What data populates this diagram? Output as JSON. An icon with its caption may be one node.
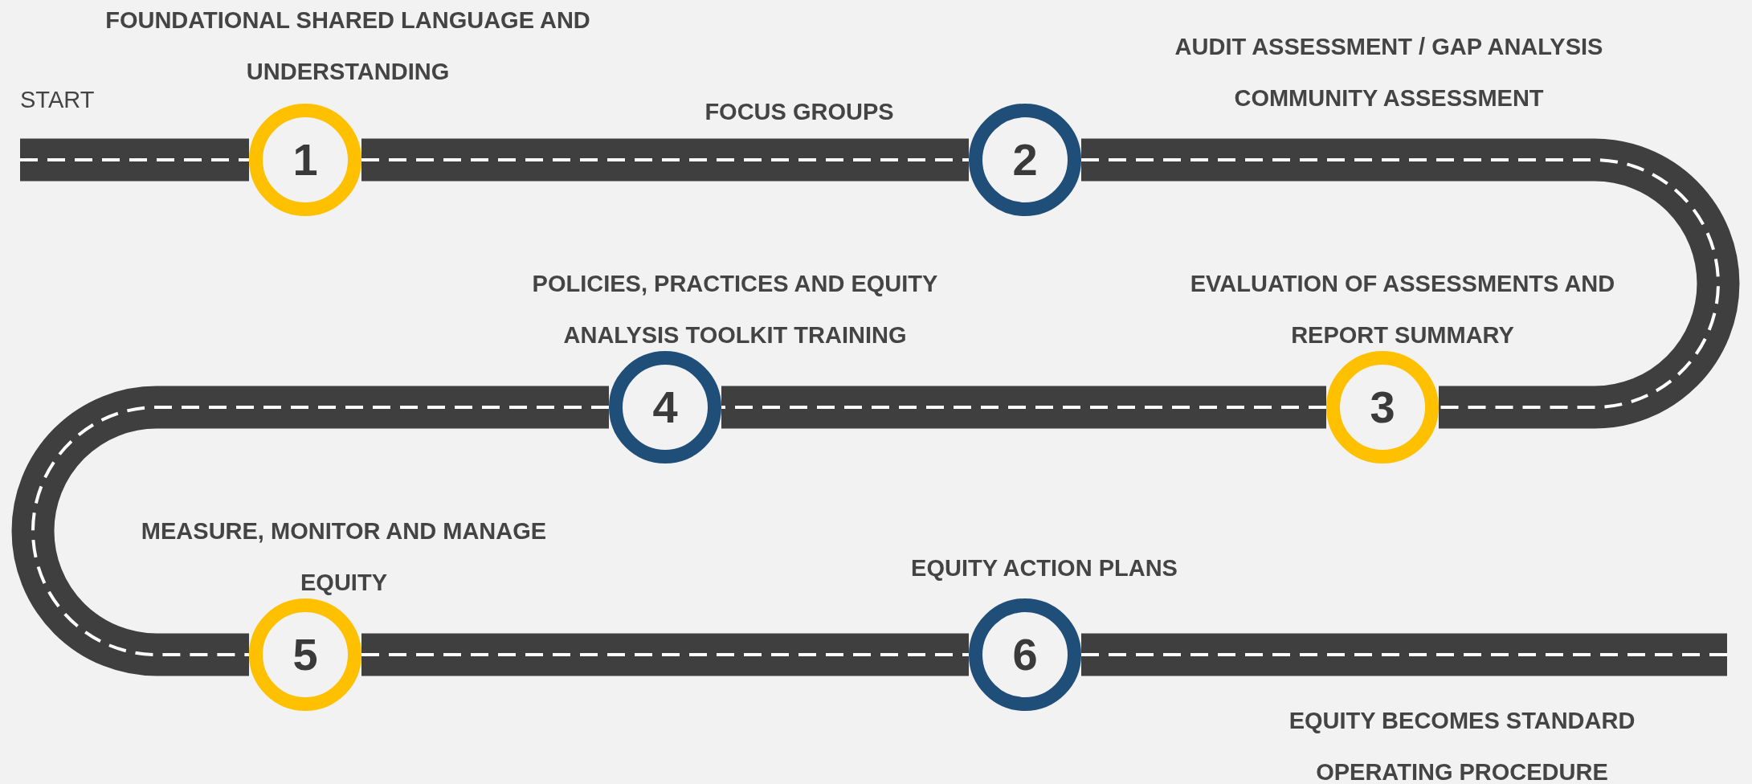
{
  "diagram": {
    "nodes": [
      {
        "text": [
          "1"
        ],
        "beside": [
          "FOUNDATIONAL SHARED LANGUAGE AND UNDERSTANDING"
        ]
      },
      {
        "text": [
          "2"
        ],
        "beside": [
          "FOCUS GROUPS",
          "AUDIT ASSESSMENT / GAP ANALYSIS",
          "COMMUNITY ASSESSMENT"
        ]
      },
      {
        "text": [
          "3"
        ],
        "beside": [
          "EVALUATION OF ASSESSMENTS AND REPORT SUMMARY"
        ]
      },
      {
        "text": [
          "4"
        ],
        "beside": [
          "POLICIES, PRACTICES AND EQUITY ANALYSIS TOOLKIT TRAINING"
        ]
      },
      {
        "text": [
          "5"
        ],
        "beside": [
          "MEASURE, MONITOR AND MANAGE EQUITY"
        ]
      },
      {
        "text": [
          "6"
        ],
        "beside": [
          "EQUITY ACTION PLANS"
        ]
      }
    ],
    "edges": [
      {
        "from": null,
        "to": 0,
        "arrow": "none"
      },
      {
        "from": 0,
        "to": 1,
        "arrow": "none"
      },
      {
        "from": 1,
        "to": 2,
        "arrow": "none"
      },
      {
        "from": 2,
        "to": 3,
        "arrow": "none"
      },
      {
        "from": 3,
        "to": 4,
        "arrow": "none"
      },
      {
        "from": 4,
        "to": 5,
        "arrow": "none"
      },
      {
        "from": 5,
        "to": null,
        "arrow": "none"
      }
    ],
    "labels": [
      "START",
      "EQUITY BECOMES STANDARD OPERATING PROCEDURE"
    ]
  }
}
